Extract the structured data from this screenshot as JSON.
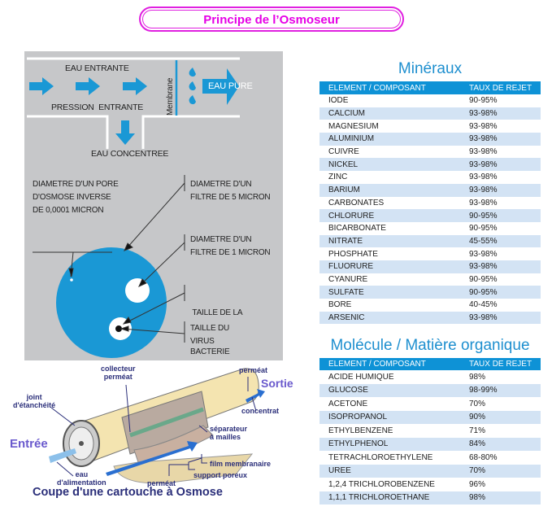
{
  "title": "Principe de l’Osmoseur",
  "flow_diagram": {
    "eau_entrante": "EAU ENTRANTE",
    "pression_entrante": "PRESSION  ENTRANTE",
    "membrane": "Membrane",
    "eau_pure": "EAU PURE",
    "eau_concentree": "EAU CONCENTREE"
  },
  "pore_diagram": {
    "pore_label": [
      "DIAMETRE D'UN PORE",
      "D'OSMOSE INVERSE",
      "DE 0,0001 MICRON"
    ],
    "filtre5_label": [
      "DIAMETRE D'UN",
      "FILTRE DE 5 MICRON"
    ],
    "filtre1_label": [
      "DIAMETRE D'UN",
      "FILTRE DE 1 MICRON"
    ],
    "bacterie_label": [
      " TAILLE DE LA",
      "BACTERIE"
    ],
    "virus_label": [
      "TAILLE DU",
      "VIRUS"
    ]
  },
  "cartridge": {
    "collecteur": [
      "collecteur",
      "perméat"
    ],
    "permeat_top": "perméat",
    "sortie": "Sortie",
    "concentrat": "concentrat",
    "joint": [
      "joint",
      "d'étanchéité"
    ],
    "separateur": [
      "séparateur",
      "à mailles"
    ],
    "entree": "Entrée",
    "film": "film membranaire",
    "support": "support poreux",
    "eau_alim": [
      "eau",
      "d'alimentation"
    ],
    "permeat_bottom": "perméat",
    "caption": "Coupe d'une cartouche à Osmose"
  },
  "mineraux": {
    "title": "Minéraux",
    "headers": [
      "ELEMENT / COMPOSANT",
      "TAUX DE REJET"
    ],
    "rows": [
      [
        "IODE",
        "90-95%"
      ],
      [
        "CALCIUM",
        "93-98%"
      ],
      [
        "MAGNESIUM",
        "93-98%"
      ],
      [
        "ALUMINIUM",
        "93-98%"
      ],
      [
        "CUIVRE",
        "93-98%"
      ],
      [
        "NICKEL",
        "93-98%"
      ],
      [
        "ZINC",
        "93-98%"
      ],
      [
        "BARIUM",
        "93-98%"
      ],
      [
        "CARBONATES",
        "93-98%"
      ],
      [
        "CHLORURE",
        "90-95%"
      ],
      [
        "BICARBONATE",
        "90-95%"
      ],
      [
        "NITRATE",
        "45-55%"
      ],
      [
        "PHOSPHATE",
        "93-98%"
      ],
      [
        "FLUORURE",
        "93-98%"
      ],
      [
        "CYANURE",
        "90-95%"
      ],
      [
        "SULFATE",
        "90-95%"
      ],
      [
        "BORE",
        "40-45%"
      ],
      [
        "ARSENIC",
        "93-98%"
      ]
    ]
  },
  "organique": {
    "title": "Molécule / Matière organique",
    "headers": [
      "ELEMENT / COMPOSANT",
      "TAUX DE REJET"
    ],
    "rows": [
      [
        "ACIDE HUMIQUE",
        "98%"
      ],
      [
        "GLUCOSE",
        "98-99%"
      ],
      [
        "ACETONE",
        "70%"
      ],
      [
        "ISOPROPANOL",
        "90%"
      ],
      [
        "ETHYLBENZENE",
        "71%"
      ],
      [
        "ETHYLPHENOL",
        "84%"
      ],
      [
        "TETRACHLOROETHYLENE",
        "68-80%"
      ],
      [
        "UREE",
        "70%"
      ],
      [
        "1,2,4 TRICHLOROBENZENE",
        "96%"
      ],
      [
        "1,1,1 TRICHLOROETHANE",
        "98%"
      ]
    ]
  },
  "colors": {
    "title_magenta": "#e600e6",
    "header_blue": "#0e92d6",
    "row_alt": "#d3e3f4",
    "diagram_blue": "#1a98d5",
    "panel_gray": "#c6c7c9"
  }
}
